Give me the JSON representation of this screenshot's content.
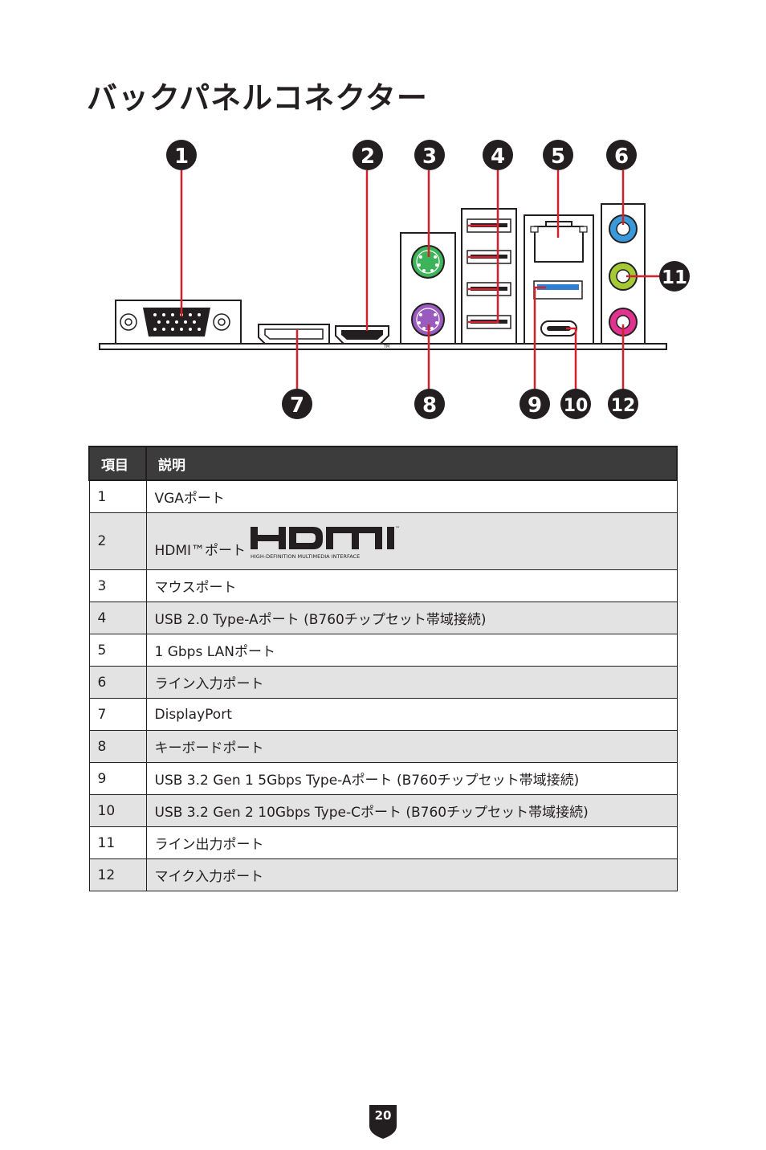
{
  "page": {
    "title": "バックパネルコネクター",
    "page_number": "20"
  },
  "callouts": [
    "1",
    "2",
    "3",
    "4",
    "5",
    "6",
    "7",
    "8",
    "9",
    "10",
    "11",
    "12"
  ],
  "colors": {
    "callout": "#231f20",
    "leader_line": "#d2202c",
    "audio_line_in": "#3a9ad9",
    "audio_line_out": "#a4c936",
    "audio_mic": "#e0338f",
    "ps2_mouse": "#3db35a",
    "ps2_keyboard": "#9a5bbf",
    "usb3_blue": "#2f7fd1",
    "table_header": "#3c3c3c",
    "row_shade": "#e3e3e3"
  },
  "table": {
    "headers": [
      "項目",
      "説明"
    ],
    "rows": [
      {
        "no": "1",
        "desc": "VGAポート"
      },
      {
        "no": "2",
        "desc": "HDMI™ポート",
        "logo": "HDMI",
        "logo_sub": "HIGH-DEFINITION MULTIMEDIA INTERFACE",
        "logo_tm": "™"
      },
      {
        "no": "3",
        "desc": "マウスポート"
      },
      {
        "no": "4",
        "desc": "USB 2.0 Type-Aポート (B760チップセット帯域接続)"
      },
      {
        "no": "5",
        "desc": "1 Gbps LANポート"
      },
      {
        "no": "6",
        "desc": "ライン入力ポート"
      },
      {
        "no": "7",
        "desc": "DisplayPort"
      },
      {
        "no": "8",
        "desc": "キーボードポート"
      },
      {
        "no": "9",
        "desc": "USB 3.2 Gen 1 5Gbps Type-Aポート (B760チップセット帯域接続)"
      },
      {
        "no": "10",
        "desc": "USB 3.2 Gen 2 10Gbps Type-Cポート (B760チップセット帯域接続)"
      },
      {
        "no": "11",
        "desc": "ライン出力ポート"
      },
      {
        "no": "12",
        "desc": "マイク入力ポート"
      }
    ]
  },
  "diagram": {
    "hdmi_port_tm": "TM"
  }
}
